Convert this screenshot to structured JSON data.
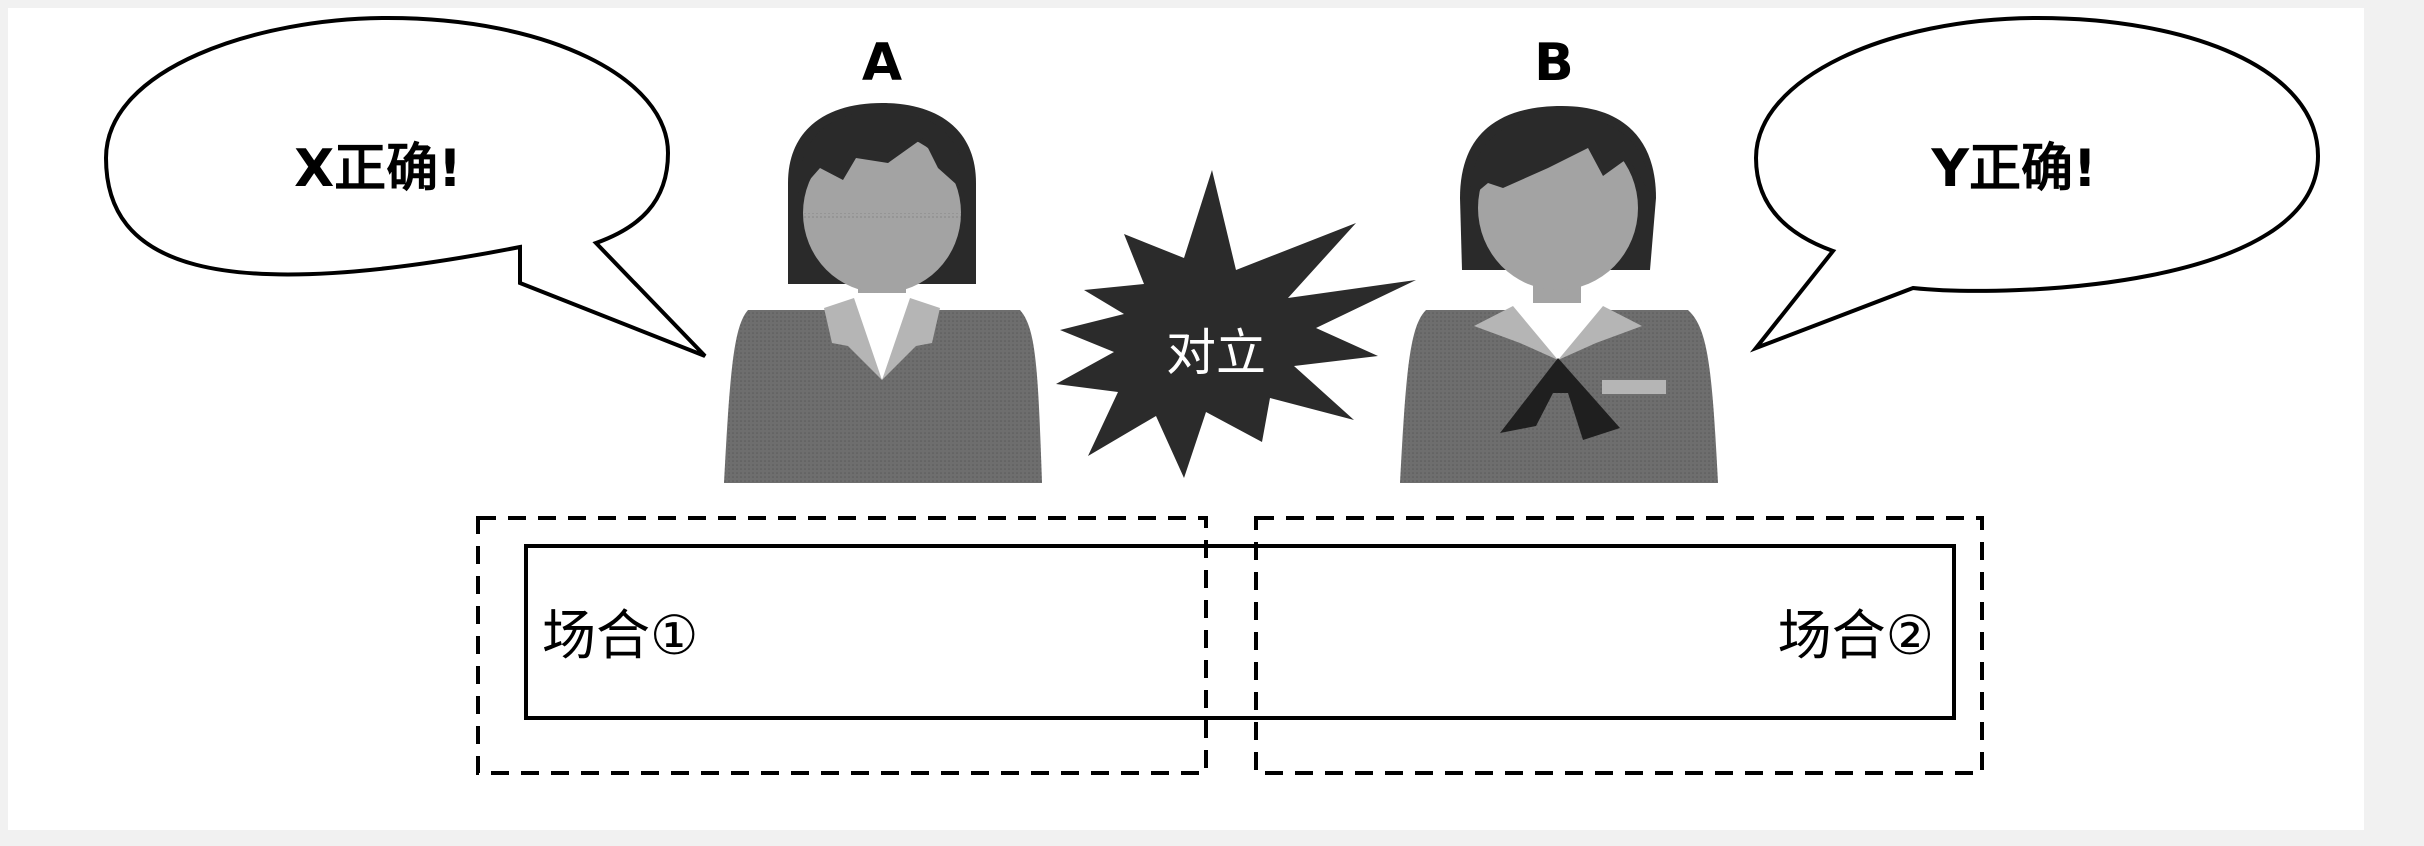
{
  "people": {
    "a": {
      "label": "A",
      "speech": "X正确!"
    },
    "b": {
      "label": "B",
      "speech": "Y正确!"
    }
  },
  "conflict": {
    "label": "对立"
  },
  "situations": {
    "one": {
      "label": "场合①"
    },
    "two": {
      "label": "场合②"
    }
  },
  "colors": {
    "hair": "#2a2a2a",
    "skin": "#a3a3a3",
    "suit": "#6e6e6e",
    "lapel": "#b5b5b5",
    "burst": "#2b2b2b"
  }
}
